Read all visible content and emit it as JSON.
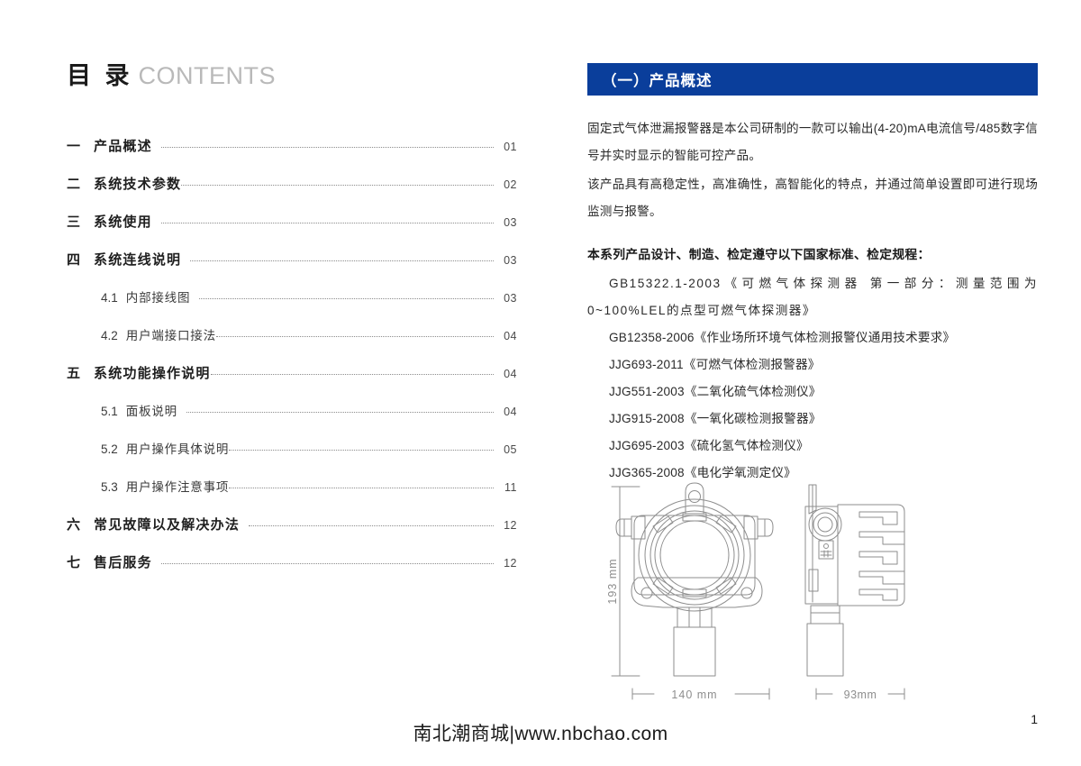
{
  "toc": {
    "title_cn": "目 录",
    "title_en": "CONTENTS",
    "items": [
      {
        "level": 1,
        "num": "一",
        "label": "产品概述",
        "page": "01"
      },
      {
        "level": 1,
        "num": "二",
        "label": "系统技术参数",
        "page": "02"
      },
      {
        "level": 1,
        "num": "三",
        "label": "系统使用",
        "page": "03"
      },
      {
        "level": 1,
        "num": "四",
        "label": "系统连线说明",
        "page": "03"
      },
      {
        "level": 2,
        "num": "4.1",
        "label": "内部接线图",
        "page": "03"
      },
      {
        "level": 2,
        "num": "4.2",
        "label": "用户端接口接法",
        "page": "04"
      },
      {
        "level": 1,
        "num": "五",
        "label": "系统功能操作说明",
        "page": "04"
      },
      {
        "level": 2,
        "num": "5.1",
        "label": "面板说明",
        "page": "04"
      },
      {
        "level": 2,
        "num": "5.2",
        "label": "用户操作具体说明",
        "page": "05"
      },
      {
        "level": 2,
        "num": "5.3",
        "label": "用户操作注意事项",
        "page": "11"
      },
      {
        "level": 1,
        "num": "六",
        "label": "常见故障以及解决办法",
        "page": "12"
      },
      {
        "level": 1,
        "num": "七",
        "label": "售后服务",
        "page": "12"
      }
    ]
  },
  "section": {
    "heading": "（一）产品概述",
    "heading_bg": "#0a3e9b",
    "paragraphs": [
      "固定式气体泄漏报警器是本公司研制的一款可以输出(4-20)mA电流信号/485数字信号并实时显示的智能可控产品。",
      "该产品具有高稳定性，高准确性，高智能化的特点，并通过简单设置即可进行现场监测与报警。"
    ],
    "standards_heading": "本系列产品设计、制造、检定遵守以下国家标准、检定规程：",
    "standards": [
      "GB15322.1-2003《可燃气体探测器  第一部分：测量范围为0~100%LEL的点型可燃气体探测器》",
      "GB12358-2006《作业场所环境气体检测报警仪通用技术要求》",
      "JJG693-2011《可燃气体检测报警器》",
      "JJG551-2003《二氧化硫气体检测仪》",
      "JJG915-2008《一氧化碳检测报警器》",
      "JJG695-2003《硫化氢气体检测仪》",
      "JJG365-2008《电化学氧测定仪》"
    ]
  },
  "diagram": {
    "name": "gas-detector-dimensions",
    "height_label": "193 mm",
    "front_width_label": "140 mm",
    "side_width_label": "93mm",
    "line_color": "#8e8e8e"
  },
  "footer": {
    "watermark": "南北潮商城|www.nbchao.com",
    "page_number": "1"
  }
}
